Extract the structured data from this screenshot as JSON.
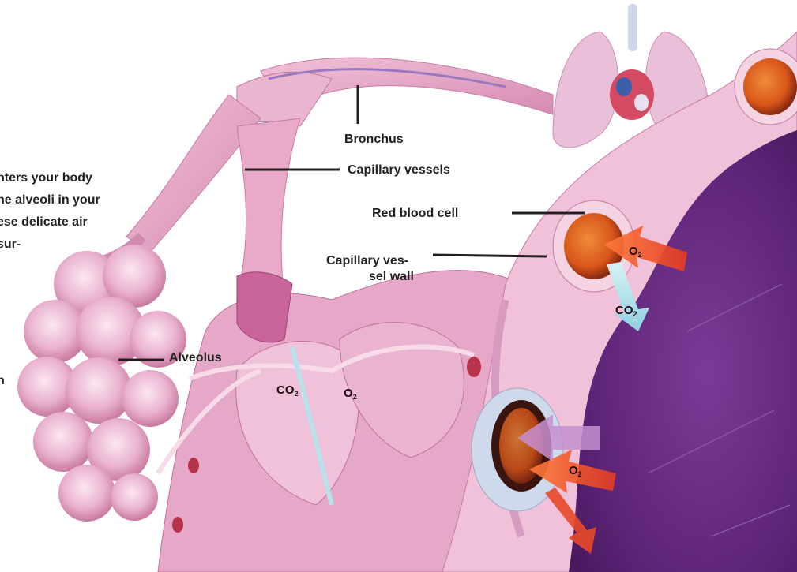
{
  "diagram": {
    "labels": {
      "bronchus": "Bronchus",
      "capillary_vessels": "Capillary vessels",
      "red_blood_cell": "Red blood cell",
      "capillary_wall_line1": "Capillary ves-",
      "capillary_wall_line2": "sel wall",
      "alveolus": "Alveolus"
    },
    "gas_labels": [
      {
        "base": "CO",
        "sub": "2"
      },
      {
        "base": "O",
        "sub": "2"
      },
      {
        "base": "O",
        "sub": "2"
      },
      {
        "base": "CO",
        "sub": "2"
      },
      {
        "base": "O",
        "sub": "2"
      }
    ],
    "paragraph_lines": [
      "nters your body",
      "he alveoli in your",
      "ese delicate air",
      "sur-",
      "n"
    ],
    "colors": {
      "tissue_light": "#f3c6dc",
      "tissue_mid": "#e39bc0",
      "tissue_dark": "#c76a98",
      "purple_cell": "#6a2c86",
      "rbc_orange": "#e2621a",
      "oxygen_arrow": "#e8492a",
      "co2_arrow": "#a8dde8",
      "label_text": "#231f20"
    }
  }
}
